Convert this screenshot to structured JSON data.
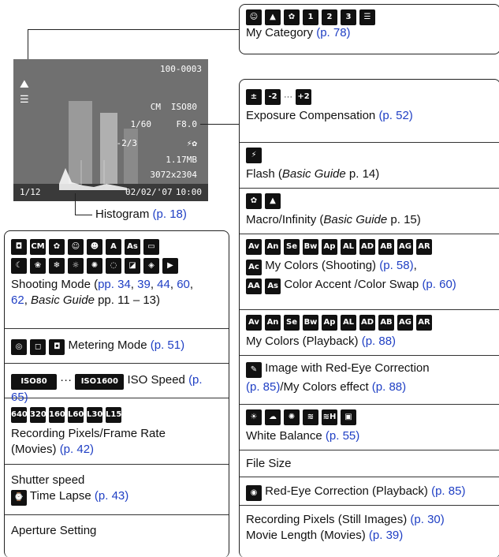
{
  "my_category": {
    "icons": [
      "people",
      "landscape",
      "event",
      "cat1",
      "cat2",
      "cat3",
      "to-do"
    ],
    "label": "My Category",
    "ref": "(p. 78)"
  },
  "lcd": {
    "file_no": "100-0003",
    "mode": "CM",
    "iso": "ISO80",
    "shutter": "1/60",
    "aperture": "F8.0",
    "exposure": "-2/3",
    "filesize": "1.17MB",
    "resolution": "3072x2304",
    "frame": "1/12",
    "date": "02/02/'07",
    "time": "10:00"
  },
  "histogram": {
    "label": "Histogram",
    "ref": "(p. 18)"
  },
  "right": {
    "exposure": {
      "label": "Exposure Compensation",
      "ref": "(p. 52)"
    },
    "flash": {
      "label": "Flash (",
      "guide": "Basic Guide",
      "page": " p. 14)"
    },
    "macro": {
      "label": "Macro/Infinity (",
      "guide": "Basic Guide",
      "page": " p. 15)"
    },
    "my_colors_shoot": {
      "label": "My Colors (Shooting)",
      "ref": "(p. 58)",
      "comma": ",",
      "accent": "Color Accent /Color Swap",
      "accent_ref": "(p. 60)"
    },
    "my_colors_play": {
      "label": "My Colors (Playback)",
      "ref": "(p. 88)"
    },
    "red_eye_img": {
      "label": "Image with Red-Eye Correction",
      "ref1": "(p. 85)",
      "mid": "/My Colors effect",
      "ref2": "(p. 88)"
    },
    "wb": {
      "label": "White Balance",
      "ref": "(p. 55)"
    },
    "filesize": {
      "label": "File Size"
    },
    "red_eye_play": {
      "label": "Red-Eye Correction (Playback)",
      "ref": "(p. 85)"
    },
    "rec_pixels": {
      "label": "Recording Pixels (Still Images)",
      "ref": "(p. 30)",
      "label2": "Movie Length (Movies)",
      "ref2": "(p. 39)"
    }
  },
  "left": {
    "shooting": {
      "label": "Shooting Mode (",
      "refs": "pp. 34",
      "r2": "39",
      "r3": "44",
      "r4": "60",
      "r5": "62",
      "guide": "Basic Guide",
      "guide_pages": " pp. 11 – 13)"
    },
    "metering": {
      "label": "Metering Mode",
      "ref": "(p. 51)"
    },
    "iso": {
      "label": "ISO Speed",
      "ref": "(p. 65)",
      "from": "ISO80",
      "to": "ISO1600"
    },
    "rec_movie": {
      "label": "Recording Pixels/Frame Rate",
      "label2": "(Movies)",
      "ref": "(p. 42)"
    },
    "shutter": {
      "label": "Shutter speed",
      "timelapse": "Time Lapse",
      "ref": "(p. 43)"
    },
    "aperture": {
      "label": "Aperture Setting"
    }
  }
}
